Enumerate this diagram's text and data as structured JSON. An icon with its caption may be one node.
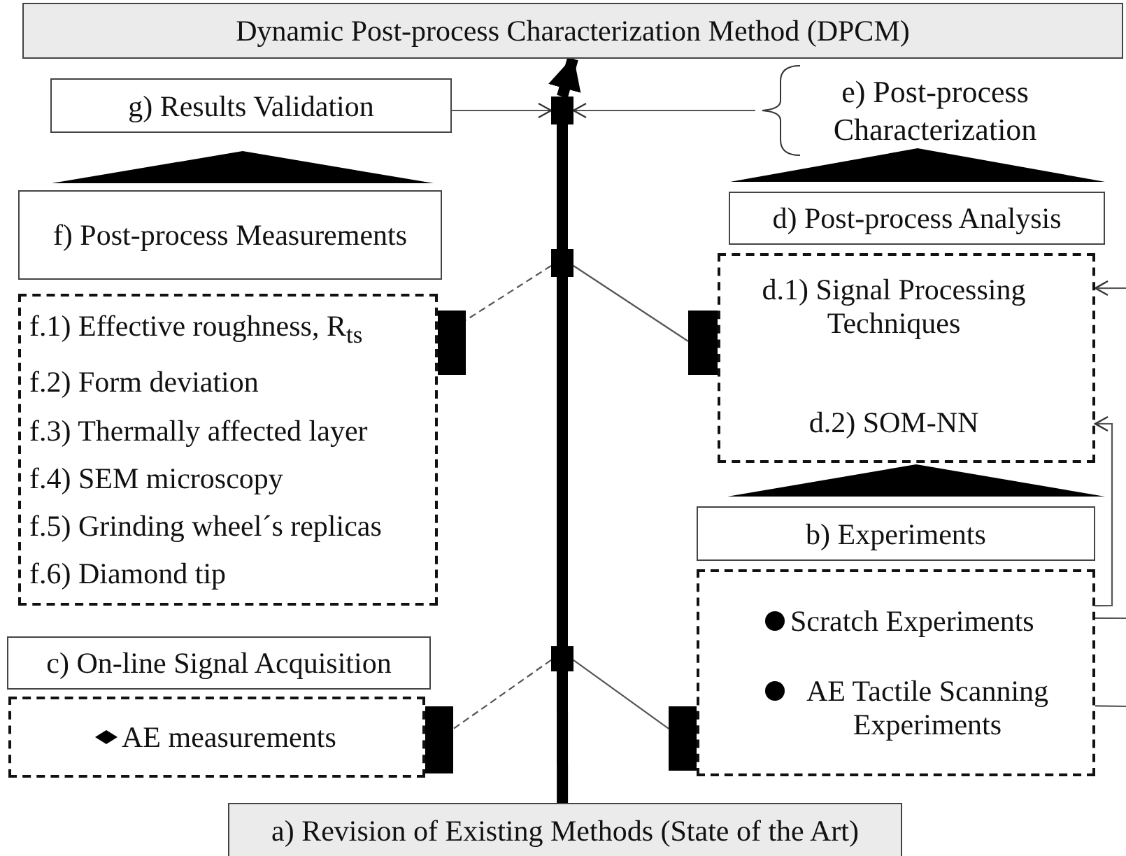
{
  "diagram": {
    "nodes": [
      {
        "text": [
          "Dynamic Post-process Characterization Method (DPCM)"
        ]
      },
      {
        "text": [
          "g) Results Validation"
        ]
      },
      {
        "text": [],
        "shape": "box"
      },
      {
        "text": [
          "e) Post-process Characterization"
        ]
      },
      {
        "text": [
          "f) Post-process Measurements"
        ]
      },
      {
        "text": [
          "f.1) Effective roughness, R$_{ts}$",
          "f.2) Form deviation",
          "f.3) Thermally affected layer",
          "f.4) SEM microscopy",
          "f.5) Grinding wheel´s replicas",
          "f.6) Diamond tip"
        ]
      },
      {
        "text": [
          "d) Post-process Analysis"
        ]
      },
      {
        "text": [
          "d.1) Signal Processing Techniques",
          "d.2) SOM-NN"
        ]
      },
      {
        "text": [],
        "shape": "box"
      },
      {
        "text": [
          "b) Experiments"
        ]
      },
      {
        "text": [
          "Scratch Experiments",
          "AE Tactile Scanning Experiments"
        ]
      },
      {
        "text": [
          "c) On-line Signal Acquisition"
        ]
      },
      {
        "text": [
          "AE measurements"
        ]
      },
      {
        "text": [],
        "shape": "box"
      },
      {
        "text": [
          "a) Revision of Existing Methods (State of the Art)"
        ]
      },
      {
        "text": [],
        "shape": "triangle"
      },
      {
        "text": [],
        "shape": "triangle"
      },
      {
        "text": [],
        "shape": "triangle"
      }
    ],
    "edges": [
      {
        "from": 14,
        "to": 13,
        "arrow": "none",
        "style": "thick"
      },
      {
        "from": 13,
        "to": 8,
        "arrow": "none",
        "style": "thick"
      },
      {
        "from": 8,
        "to": 2,
        "arrow": "none",
        "style": "thick"
      },
      {
        "from": 2,
        "to": 0,
        "arrow": "to",
        "style": "thick"
      },
      {
        "from": 1,
        "to": 2,
        "arrow": "to"
      },
      {
        "from": 3,
        "to": 2,
        "arrow": "to"
      },
      {
        "from": 8,
        "to": 5,
        "arrow": "none",
        "style": "dashed"
      },
      {
        "from": 8,
        "to": 7,
        "arrow": "none"
      },
      {
        "from": 13,
        "to": 12,
        "arrow": "none",
        "style": "dashed"
      },
      {
        "from": 13,
        "to": 10,
        "arrow": "none"
      },
      {
        "from": null,
        "to": 7,
        "arrow": "to"
      },
      {
        "from": 10,
        "to": 7,
        "arrow": "to"
      },
      {
        "from": 10,
        "to": null,
        "arrow": "none"
      },
      {
        "from": 10,
        "to": null,
        "arrow": "none"
      }
    ]
  }
}
